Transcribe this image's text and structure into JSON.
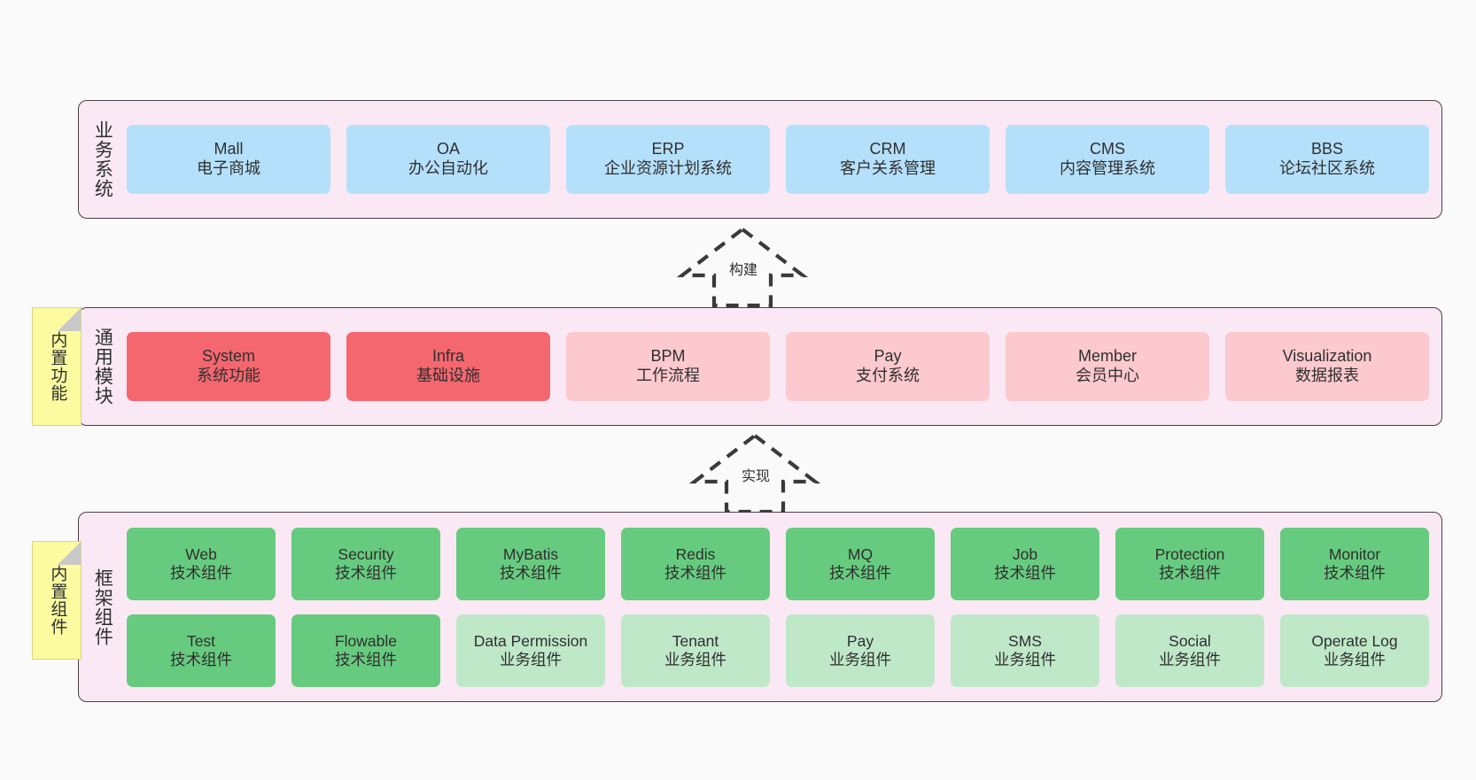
{
  "layers": [
    {
      "id": "business",
      "title": "业务系统",
      "rows": [
        {
          "cards": [
            {
              "en": "Mall",
              "cn": "电子商城",
              "color": "#b5e0fb"
            },
            {
              "en": "OA",
              "cn": "办公自动化",
              "color": "#b5e0fb"
            },
            {
              "en": "ERP",
              "cn": "企业资源计划系统",
              "color": "#b5e0fb"
            },
            {
              "en": "CRM",
              "cn": "客户关系管理",
              "color": "#b5e0fb"
            },
            {
              "en": "CMS",
              "cn": "内容管理系统",
              "color": "#b5e0fb"
            },
            {
              "en": "BBS",
              "cn": "论坛社区系统",
              "color": "#b5e0fb"
            }
          ]
        }
      ]
    },
    {
      "id": "common",
      "title": "通用模块",
      "rows": [
        {
          "cards": [
            {
              "en": "System",
              "cn": "系统功能",
              "color": "#f4676f"
            },
            {
              "en": "Infra",
              "cn": "基础设施",
              "color": "#f4676f"
            },
            {
              "en": "BPM",
              "cn": "工作流程",
              "color": "#fcc9cf"
            },
            {
              "en": "Pay",
              "cn": "支付系统",
              "color": "#fcc9cf"
            },
            {
              "en": "Member",
              "cn": "会员中心",
              "color": "#fcc9cf"
            },
            {
              "en": "Visualization",
              "cn": "数据报表",
              "color": "#fcc9cf"
            }
          ]
        }
      ]
    },
    {
      "id": "framework",
      "title": "框架组件",
      "rows": [
        {
          "cards": [
            {
              "en": "Web",
              "cn": "技术组件",
              "color": "#67cb7f"
            },
            {
              "en": "Security",
              "cn": "技术组件",
              "color": "#67cb7f"
            },
            {
              "en": "MyBatis",
              "cn": "技术组件",
              "color": "#67cb7f"
            },
            {
              "en": "Redis",
              "cn": "技术组件",
              "color": "#67cb7f"
            },
            {
              "en": "MQ",
              "cn": "技术组件",
              "color": "#67cb7f"
            },
            {
              "en": "Job",
              "cn": "技术组件",
              "color": "#67cb7f"
            },
            {
              "en": "Protection",
              "cn": "技术组件",
              "color": "#67cb7f"
            },
            {
              "en": "Monitor",
              "cn": "技术组件",
              "color": "#67cb7f"
            }
          ]
        },
        {
          "cards": [
            {
              "en": "Test",
              "cn": "技术组件",
              "color": "#67cb7f"
            },
            {
              "en": "Flowable",
              "cn": "技术组件",
              "color": "#67cb7f"
            },
            {
              "en": "Data Permission",
              "cn": "业务组件",
              "color": "#bfe8c9"
            },
            {
              "en": "Tenant",
              "cn": "业务组件",
              "color": "#bfe8c9"
            },
            {
              "en": "Pay",
              "cn": "业务组件",
              "color": "#bfe8c9"
            },
            {
              "en": "SMS",
              "cn": "业务组件",
              "color": "#bfe8c9"
            },
            {
              "en": "Social",
              "cn": "业务组件",
              "color": "#bfe8c9"
            },
            {
              "en": "Operate Log",
              "cn": "业务组件",
              "color": "#bfe8c9"
            }
          ]
        }
      ]
    }
  ],
  "notes": [
    {
      "id": "builtin-function",
      "text": "内置功能"
    },
    {
      "id": "builtin-component",
      "text": "内置组件"
    }
  ],
  "arrows": [
    {
      "id": "build",
      "label": "构建"
    },
    {
      "id": "realize",
      "label": "实现"
    }
  ],
  "colors": {
    "panel_background": "#fae9f4",
    "panel_border": "#4a3f47",
    "page_background": "#fafafa",
    "note_background": "#fcfba0",
    "note_fold": "#c9c9c9",
    "business_card": "#b5e0fb",
    "core_module": "#f4676f",
    "optional_module": "#fcc9cf",
    "tech_component": "#67cb7f",
    "business_component": "#bfe8c9",
    "text": "#2f2f2f",
    "arrow": "#3a3a3a"
  }
}
